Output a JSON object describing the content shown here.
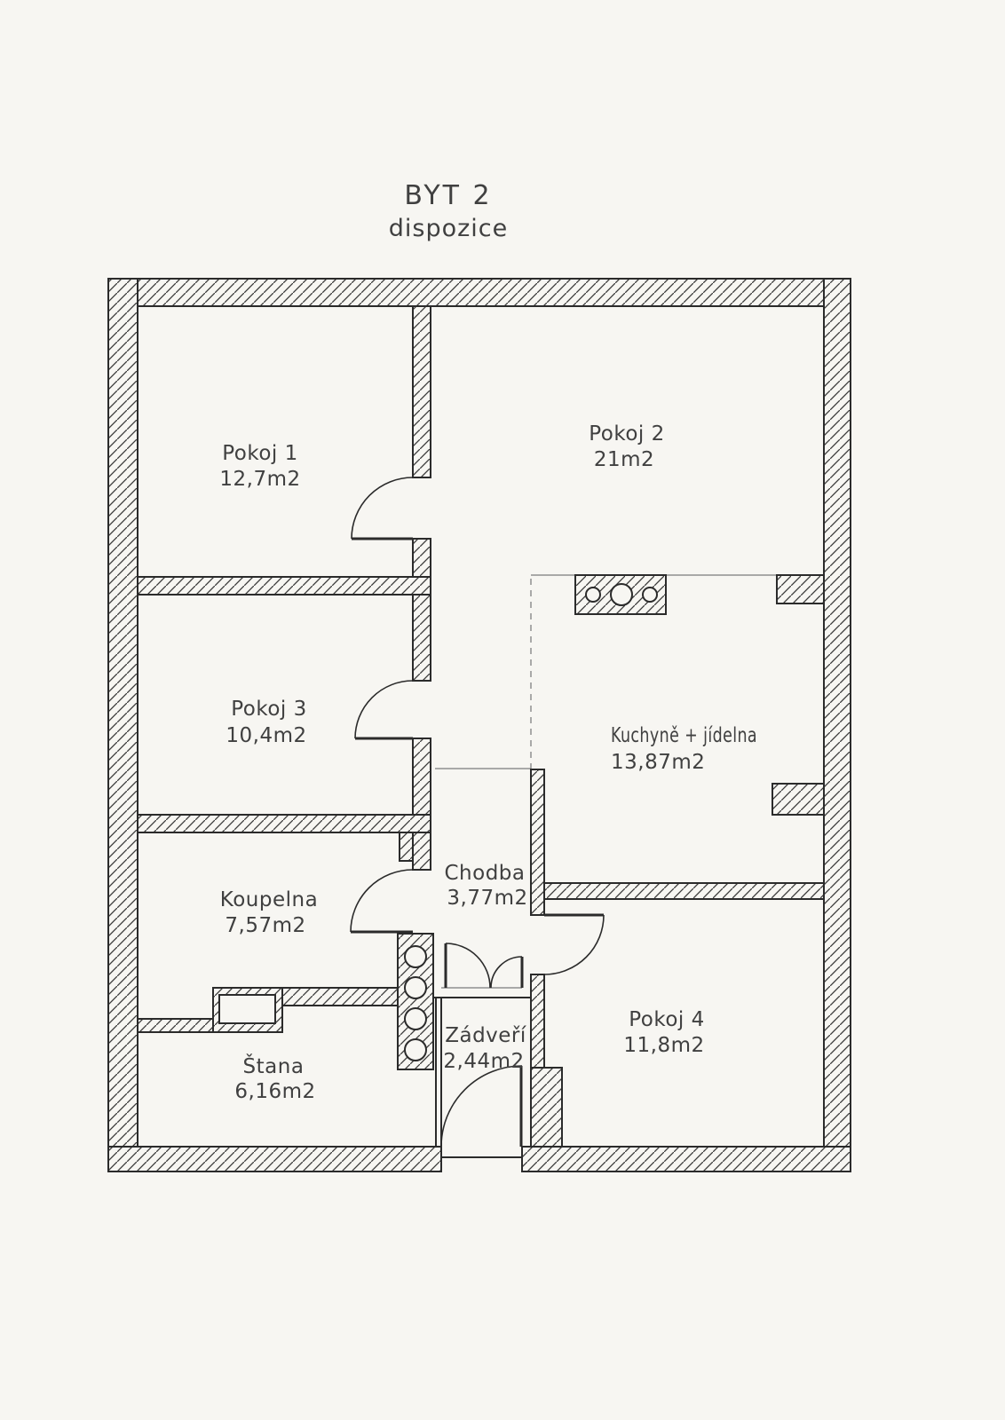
{
  "title": {
    "line1": "BYT 2",
    "line2": "dispozice"
  },
  "rooms": [
    {
      "name": "Pokoj 1",
      "area": "12,7m2"
    },
    {
      "name": "Pokoj 2",
      "area": "21m2"
    },
    {
      "name": "Pokoj 3",
      "area": "10,4m2"
    },
    {
      "name": "Kuchyně + jídelna",
      "area": "13,87m2"
    },
    {
      "name": "Koupelna",
      "area": "7,57m2"
    },
    {
      "name": "Chodba",
      "area": "3,77m2"
    },
    {
      "name": "Zádveří",
      "area": "2,44m2"
    },
    {
      "name": "Štana",
      "area": "6,16m2"
    },
    {
      "name": "Pokoj 4",
      "area": "11,8m2"
    }
  ],
  "fixtures": {
    "stove": "cooktop-with-three-burners",
    "shaft": "plumbing-shaft-four-pipes",
    "niche": "bathroom-wall-niche"
  },
  "colors": {
    "paper": "#f7f6f2",
    "line": "#2b2b2b",
    "text": "#404040",
    "light_line": "#8f8f8f"
  }
}
